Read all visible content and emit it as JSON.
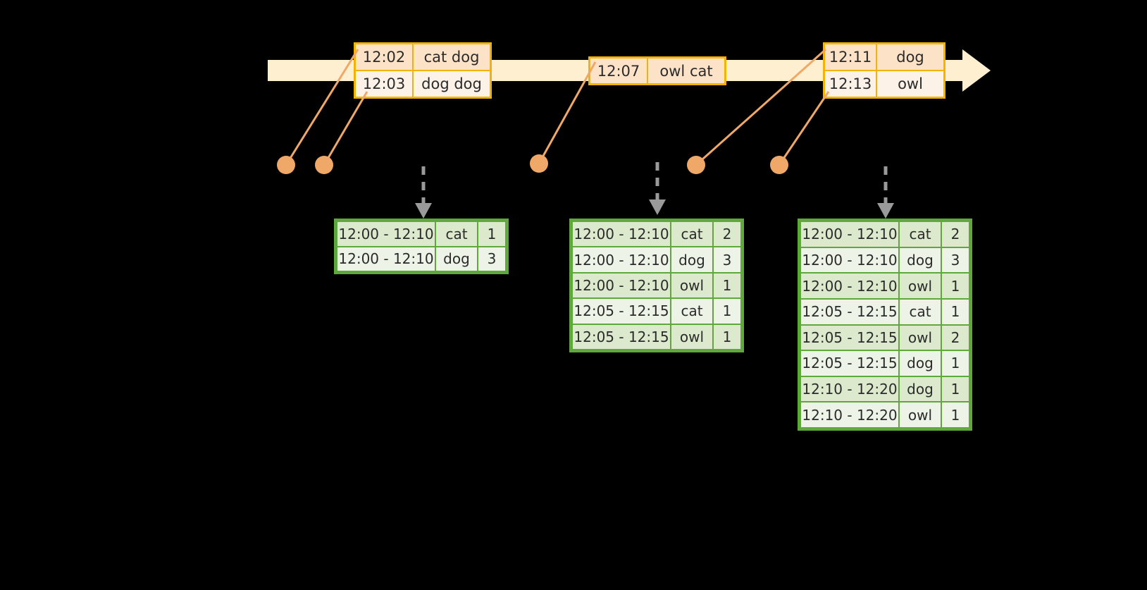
{
  "colors": {
    "background": "#000000",
    "timeline_fill": "#fdefcf",
    "event_border": "#f5b301",
    "event_shade_dark": "#fce3c8",
    "event_shade_light": "#fdf2e8",
    "connector": "#f0a868",
    "table_border": "#5fa83b",
    "table_shade_dark": "#dce9cd",
    "table_shade_light": "#edf3e6",
    "dashed_arrow": "#9a9a9a",
    "text": "#2b2b2b"
  },
  "timeline": {
    "name": "event-stream-timeline",
    "event_groups": [
      {
        "id": "group-1",
        "rows": [
          {
            "time": "12:02",
            "words": "cat dog"
          },
          {
            "time": "12:03",
            "words": "dog dog"
          }
        ]
      },
      {
        "id": "group-2",
        "rows": [
          {
            "time": "12:07",
            "words": "owl cat"
          }
        ]
      },
      {
        "id": "group-3",
        "rows": [
          {
            "time": "12:11",
            "words": "dog"
          },
          {
            "time": "12:13",
            "words": "owl"
          }
        ]
      }
    ]
  },
  "results": [
    {
      "id": "result-table-1",
      "rows": [
        {
          "window": "12:00 - 12:10",
          "word": "cat",
          "count": "1"
        },
        {
          "window": "12:00 - 12:10",
          "word": "dog",
          "count": "3"
        }
      ]
    },
    {
      "id": "result-table-2",
      "rows": [
        {
          "window": "12:00 - 12:10",
          "word": "cat",
          "count": "2"
        },
        {
          "window": "12:00 - 12:10",
          "word": "dog",
          "count": "3"
        },
        {
          "window": "12:00 - 12:10",
          "word": "owl",
          "count": "1"
        },
        {
          "window": "12:05 - 12:15",
          "word": "cat",
          "count": "1"
        },
        {
          "window": "12:05 - 12:15",
          "word": "owl",
          "count": "1"
        }
      ]
    },
    {
      "id": "result-table-3",
      "rows": [
        {
          "window": "12:00 - 12:10",
          "word": "cat",
          "count": "2"
        },
        {
          "window": "12:00 - 12:10",
          "word": "dog",
          "count": "3"
        },
        {
          "window": "12:00 - 12:10",
          "word": "owl",
          "count": "1"
        },
        {
          "window": "12:05 - 12:15",
          "word": "cat",
          "count": "1"
        },
        {
          "window": "12:05 - 12:15",
          "word": "owl",
          "count": "2"
        },
        {
          "window": "12:05 - 12:15",
          "word": "dog",
          "count": "1"
        },
        {
          "window": "12:10 - 12:20",
          "word": "dog",
          "count": "1"
        },
        {
          "window": "12:10 - 12:20",
          "word": "owl",
          "count": "1"
        }
      ]
    }
  ]
}
